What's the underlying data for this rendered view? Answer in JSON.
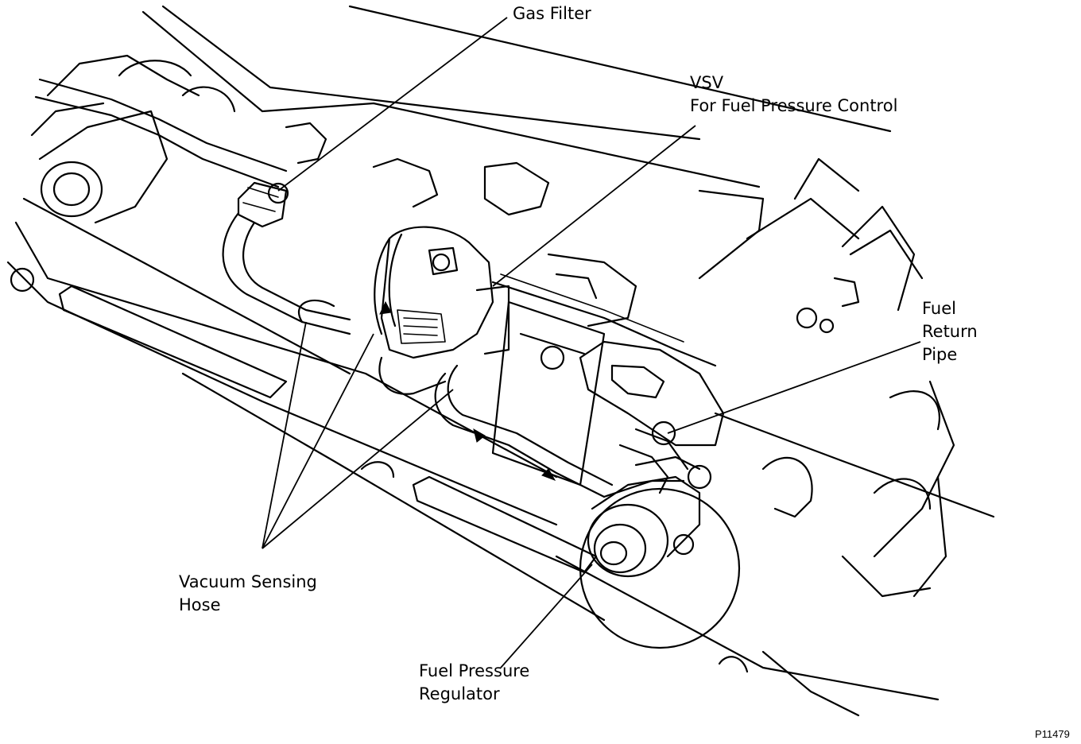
{
  "figure": {
    "id": "P11479"
  },
  "labels": {
    "gas_filter": "Gas Filter",
    "vsv_line1": "VSV",
    "vsv_line2": "For Fuel Pressure Control",
    "fuel_return_line1": "Fuel",
    "fuel_return_line2": "Return",
    "fuel_return_line3": "Pipe",
    "vacuum_line1": "Vacuum Sensing",
    "vacuum_line2": "Hose",
    "regulator_line1": "Fuel Pressure",
    "regulator_line2": "Regulator"
  },
  "colors": {
    "ink": "#000000",
    "paper": "#ffffff"
  }
}
